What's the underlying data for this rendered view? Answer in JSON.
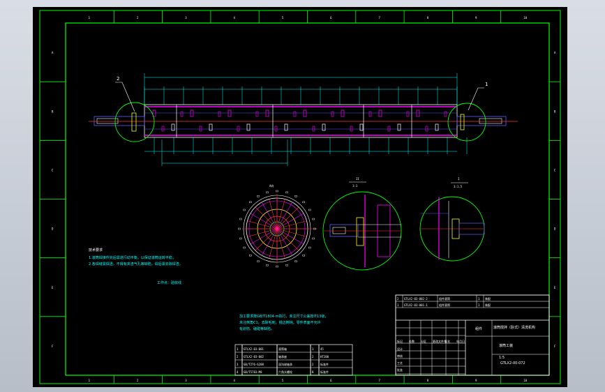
{
  "frame": {
    "columns": [
      "1",
      "2",
      "3",
      "4",
      "5",
      "6",
      "7",
      "8",
      "9",
      "10"
    ],
    "rows": [
      "A",
      "B",
      "C",
      "D",
      "E",
      "F"
    ]
  },
  "views": {
    "callout_left": "2",
    "callout_right": "1",
    "section_label": "A向",
    "detail_left": {
      "label": "II",
      "scale": "1:1"
    },
    "detail_right": {
      "label": "I",
      "scale": "1:1.5"
    }
  },
  "notes": {
    "title": "技术要求",
    "lines": [
      "1.滚筒焊接件完后需进行动平衡，以保证滚筒运转平稳；",
      "2.各焊缝需焊透，不得有夹渣气孔等缺陷，焊后需去除焊渣。"
    ],
    "footer": "工作点：验收线",
    "block2": [
      "加工要求按GB/T1804-m执行，未注尺寸公差按IT13级，",
      "未注倒角C1，去除毛刺，锐边倒钝，零件表面不允许",
      "有划伤、磕碰等缺陷。"
    ]
  },
  "title_block": {
    "product_name": "滚筒搅拌（卧式）清洗机构",
    "material": "组件",
    "assembly": "滚筒工装",
    "drawing_no": "GTLX2-00-072",
    "scale": "1:5",
    "labels": [
      "标记",
      "处数",
      "分区",
      "更改文件号",
      "签名",
      "年月日"
    ],
    "roles": [
      "设计",
      "审核",
      "工艺",
      "批准"
    ]
  },
  "parts": [
    {
      "no": "1",
      "code": "GTLX2-03-001",
      "name": "滚筒轴",
      "qty": "1",
      "mat": "45"
    },
    {
      "no": "2",
      "code": "GTLX2-03-002",
      "name": "轴承座",
      "qty": "2",
      "mat": "HT200"
    },
    {
      "no": "3",
      "code": "GB/T276-6208",
      "name": "深沟球轴承",
      "qty": "2",
      "mat": "标准件"
    },
    {
      "no": "4",
      "code": "GB/T5783-M8",
      "name": "六角头螺栓",
      "qty": "8",
      "mat": "标准件"
    }
  ],
  "bom_top": [
    {
      "no": "2",
      "code": "GTLX2-03-002-2",
      "name": "组件滚筒",
      "qty": "1",
      "mat": "装配"
    },
    {
      "no": "1",
      "code": "GTLX2-03-001-1",
      "name": "组件滚筒",
      "qty": "1",
      "mat": "装配"
    }
  ],
  "colors": {
    "frame": "#00ff00",
    "shaft": "#ff00ff",
    "center": "#ff3333",
    "dims": "#00ffff",
    "lines": "#ffffff",
    "bolts": "#ffff00",
    "blue": "#5a5aff"
  }
}
